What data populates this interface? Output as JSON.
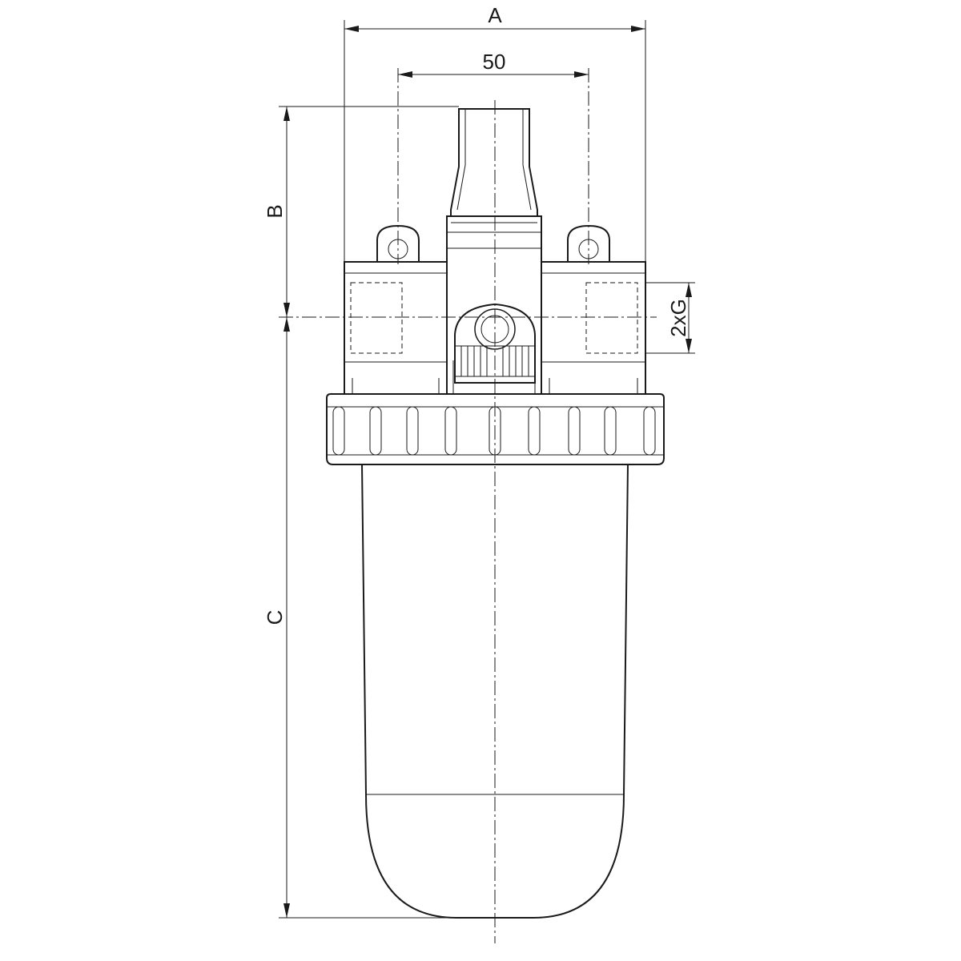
{
  "labels": {
    "dim_a": "A",
    "dim_50": "50",
    "dim_b": "B",
    "dim_c": "C",
    "dim_2xg": "2xG"
  }
}
